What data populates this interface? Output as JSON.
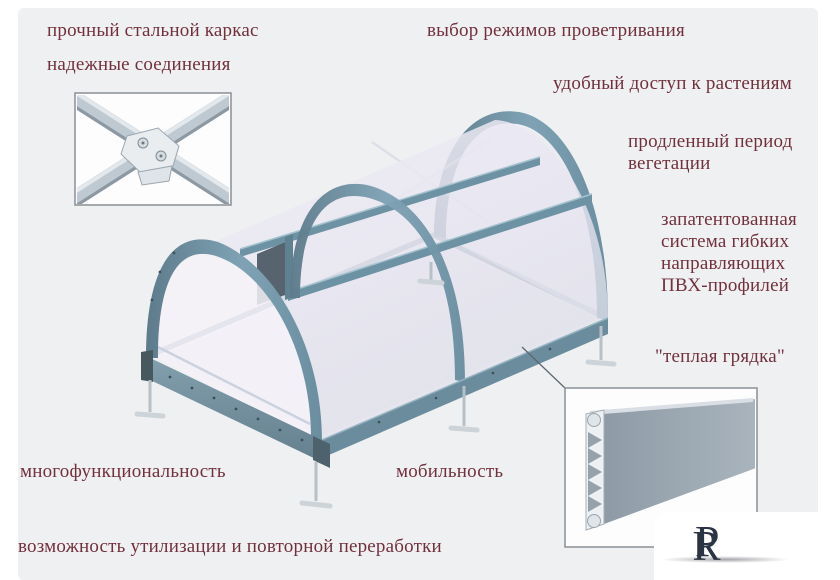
{
  "labels": {
    "frame": "прочный стальной каркас",
    "joints": "надежные соединения",
    "vent_modes": "выбор режимов проветривания",
    "plant_access": "удобный доступ к растениям",
    "vegetation_period": "продленный период вегетации",
    "pvc_system": "запатентованная система гибких направляющих ПВХ-профилей",
    "warm_bed": "\"теплая грядка\"",
    "multifunction": "многофункциональность",
    "mobility": "мобильность",
    "recycling": "возможность утилизации и повторной переработки"
  },
  "logo": {
    "letter_p": "P",
    "letter_r": "R"
  },
  "colors": {
    "label_text": "#72303c",
    "steel_blue": "#6f93a6",
    "steel_dark": "#51707f",
    "panel_translucent": "#e9e7f1",
    "background": "#eef0f2",
    "logo_navy": "#2b3442"
  },
  "illustration": {
    "subject": "arched portable greenhouse render with open roof vent",
    "inset_top_left": "steel cross joint with bolted connector plate",
    "inset_bottom_right": "cellular PVC profile cross-section"
  }
}
